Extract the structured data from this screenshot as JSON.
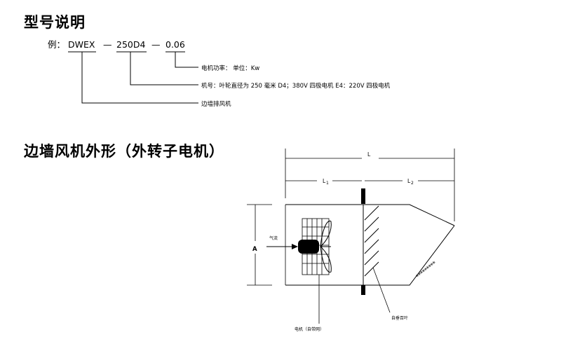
{
  "headings": {
    "model_explanation": "型号说明",
    "wall_fan_shape": "边墙风机外形（外转子电机）"
  },
  "model_code": {
    "prefix": "例：",
    "part1": "DWEX",
    "dash1": "—",
    "part2": "250D4",
    "dash2": "—",
    "part3": "0.06"
  },
  "model_notes": {
    "power": "电机功率：   单位：Kw",
    "machine_no": "机号：叶轮直径为 250 毫米 D4；380V 四极电机 E4：220V 四极电机",
    "type": "边墙排风机"
  },
  "diagram_labels": {
    "total_length": "L",
    "length_1": "L",
    "length_1_sub": "1",
    "length_2": "L",
    "length_2_sub": "2",
    "height": "A",
    "airflow": "气流",
    "motor": "电机（自带网）",
    "louver": "自垂百叶",
    "hatch": "*********"
  }
}
